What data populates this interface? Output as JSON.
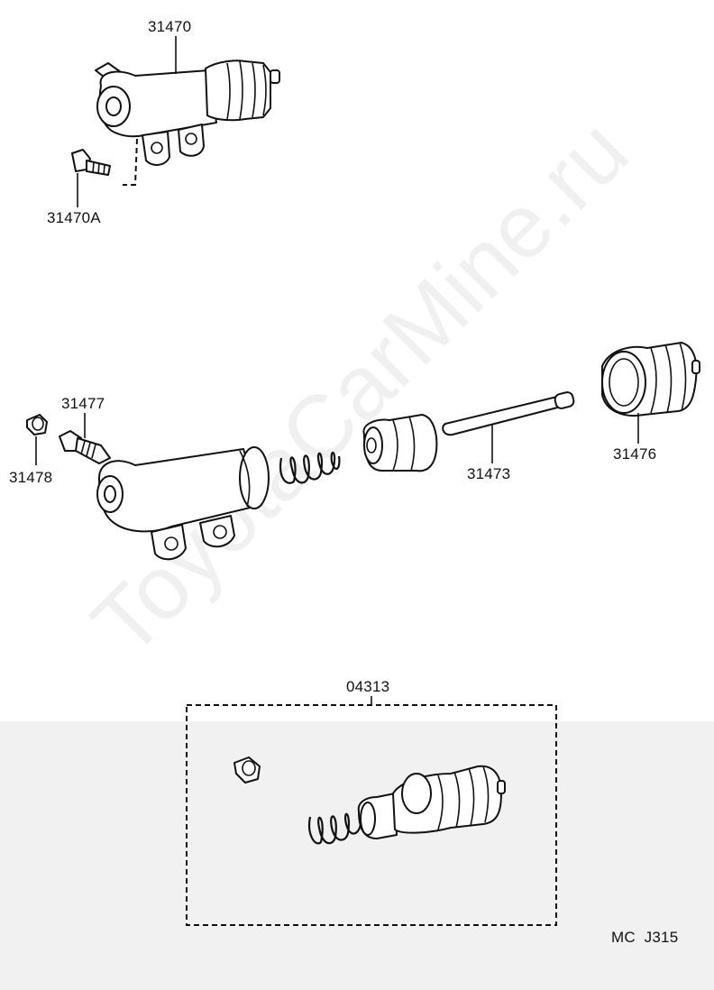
{
  "watermark": "ToyotaCarMine.ru",
  "diagram_code": "MC  J315",
  "parts": {
    "p31470": "31470",
    "p31470A": "31470A",
    "p31477": "31477",
    "p31478": "31478",
    "p31473": "31473",
    "p31476": "31476",
    "p04313": "04313"
  }
}
